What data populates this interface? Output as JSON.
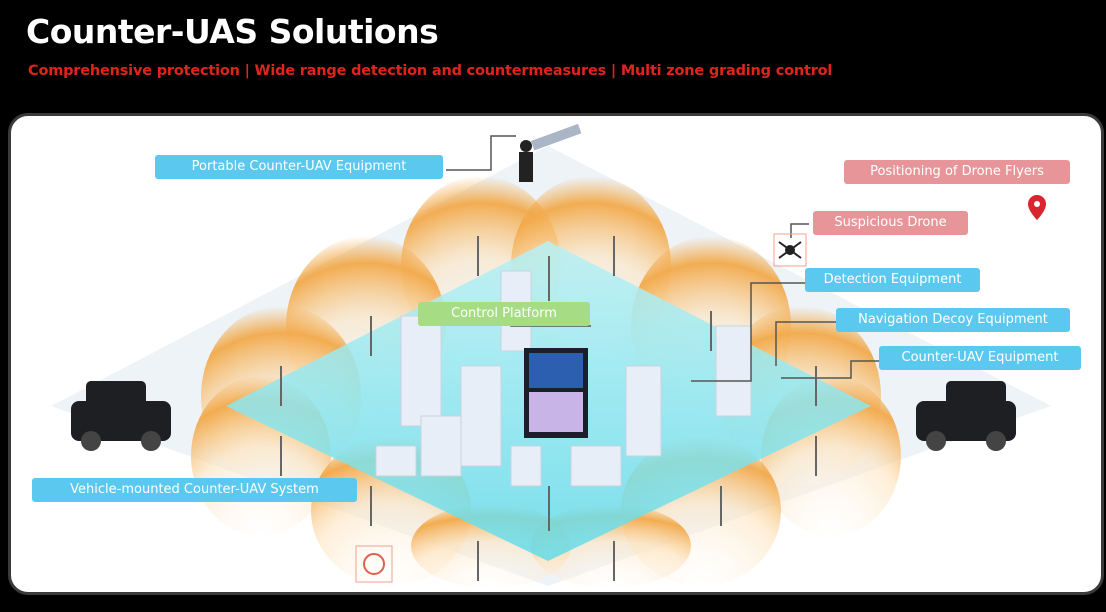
{
  "header": {
    "title": "Counter-UAS Solutions",
    "subtitle": "Comprehensive protection | Wide range detection and countermeasures | Multi zone grading control"
  },
  "labels": {
    "portable": "Portable Counter-UAV Equipment",
    "control_platform": "Control Platform",
    "positioning": "Positioning of Drone Flyers",
    "suspicious_drone": "Suspicious Drone",
    "detection": "Detection Equipment",
    "navigation_decoy": "Navigation Decoy Equipment",
    "counter_uav": "Counter-UAV Equipment",
    "vehicle_mounted": "Vehicle-mounted Counter-UAV System"
  },
  "colors": {
    "blue_label": "#5bc8f0",
    "pink_label": "#e8959a",
    "green_label": "#a6dc84",
    "subtitle": "#e0241c",
    "dome": "#f2a94a",
    "ground": "#7fe3ee"
  }
}
